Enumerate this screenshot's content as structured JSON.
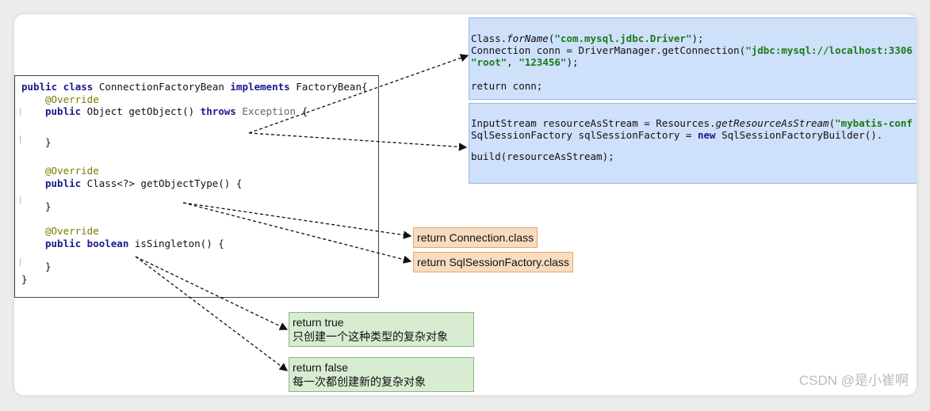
{
  "code": {
    "class_decl": {
      "kw1": "public class",
      "name": " ConnectionFactoryBean ",
      "kw2": "implements",
      "rest": " FactoryBean{"
    },
    "annotation": "@Override",
    "m1": {
      "kw1": "public",
      "mid": " Object getObject() ",
      "kw2": "throws",
      "ex": " Exception",
      "tail": " {"
    },
    "close_brace": "}",
    "m2": {
      "kw1": "public",
      "mid": " Class<?> getObjectType() {"
    },
    "m3": {
      "kw1": "public boolean",
      "mid": " isSingleton() {"
    },
    "end_brace": "}"
  },
  "box1": {
    "l1_a": "Class.",
    "l1_b": "forName",
    "l1_c": "(",
    "l1_d": "\"com.mysql.jdbc.Driver\"",
    "l1_e": ");",
    "l2_a": "Connection conn = DriverManager.getConnection(",
    "l2_b": "\"jdbc:mysql://localhost:3306",
    "l3_a": "\"root\"",
    "l3_b": ", ",
    "l3_c": "\"123456\"",
    "l3_d": ");",
    "l4": "return conn;"
  },
  "box2": {
    "l1_a": "InputStream resourceAsStream = Resources.",
    "l1_b": "getResourceAsStream",
    "l1_c": "(",
    "l1_d": "\"mybatis-conf",
    "l2_a": "SqlSessionFactory sqlSessionFactory = ",
    "l2_b": "new",
    "l2_c": " SqlSessionFactoryBuilder().",
    "l3": "build(resourceAsStream);"
  },
  "labels": {
    "ret_conn": "return Connection.class",
    "ret_ssf": "return SqlSessionFactory.class",
    "ret_true": "return true",
    "ret_true_desc": "只创建一个这种类型的复杂对象",
    "ret_false": "return false",
    "ret_false_desc": "每一次都创建新的复杂对象"
  },
  "watermark": "CSDN @是小崔啊"
}
